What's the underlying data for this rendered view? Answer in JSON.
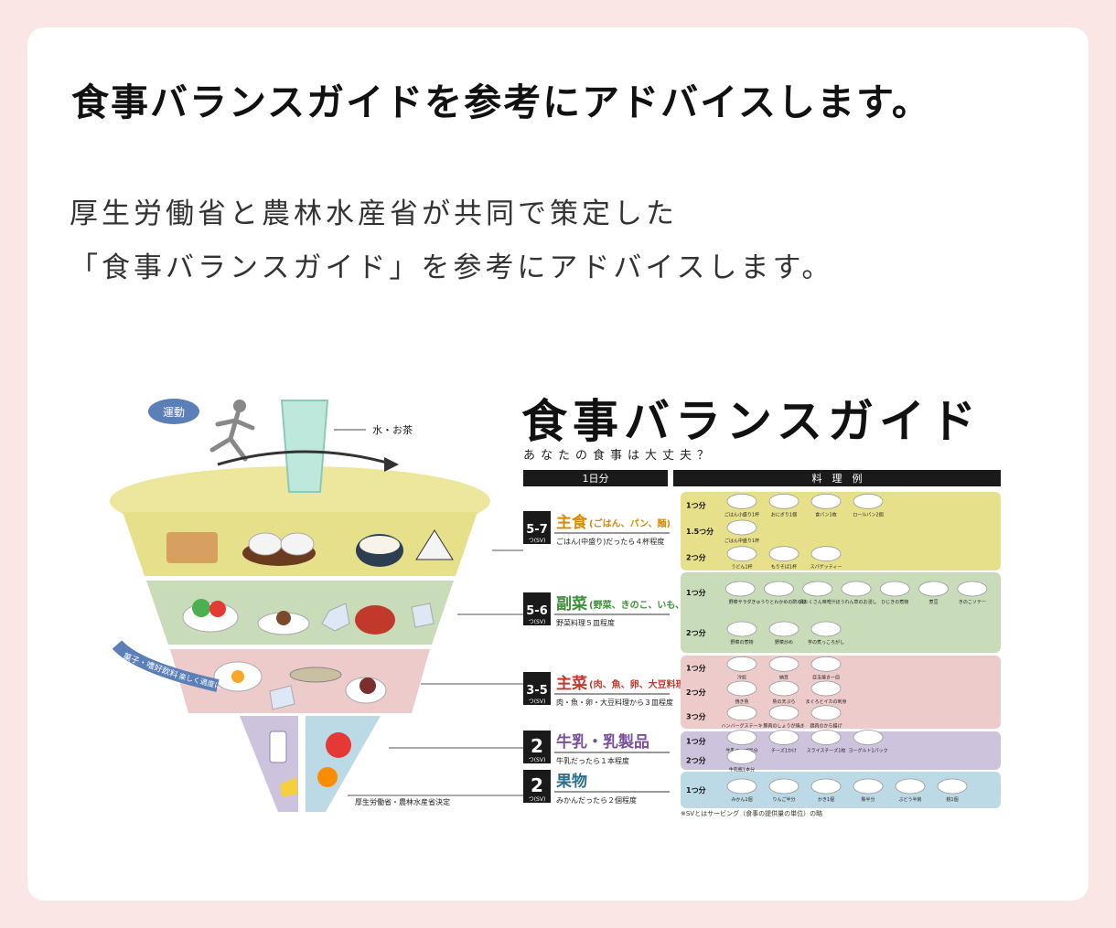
{
  "heading": "食事バランスガイドを参考にアドバイスします。",
  "description": [
    "厚生労働省と農林水産省が共同で策定した",
    "「食事バランスガイド」を参考にアドバイスします。"
  ],
  "guide": {
    "title": "食事バランスガイド",
    "subtitle": "あなたの食事は大丈夫？",
    "col_day": "1日分",
    "col_example": "料　理　例",
    "exercise": "運動",
    "water": "水・お茶",
    "snacks": "菓子・嗜好飲料",
    "snacks_note": "楽しく適度に",
    "credit": "厚生労働省・農林水産省決定",
    "serving_unit": "つ(SV)",
    "footnote": "※SVとはサービング（食事の提供量の単位）の略",
    "groups": [
      {
        "range": "5-7",
        "name": "主食",
        "detail": "(ごはん、パン、麺)",
        "note": "ごはん(中盛り)だったら４杯程度",
        "color": "#e7e08a",
        "accent": "#d98a00",
        "rows": [
          {
            "count": "1つ分",
            "items": [
              "ごはん小盛り1杯",
              "おにぎり1個",
              "食パン1枚",
              "ロールパン2個"
            ]
          },
          {
            "count": "1.5つ分",
            "items": [
              "ごはん中盛り1杯"
            ]
          },
          {
            "count": "2つ分",
            "items": [
              "うどん1杯",
              "もりそば1杯",
              "スパゲッティー"
            ]
          }
        ]
      },
      {
        "range": "5-6",
        "name": "副菜",
        "detail": "(野菜、きのこ、いも、海藻料理)",
        "note": "野菜料理５皿程度",
        "color": "#c9dcb9",
        "accent": "#3d8f3a",
        "rows": [
          {
            "count": "1つ分",
            "items": [
              "野菜サラダ",
              "きゅうりとわかめの酢の物",
              "具たくさん味噌汁",
              "ほうれん草のお浸し",
              "ひじきの煮物",
              "煮豆",
              "きのこソテー"
            ]
          },
          {
            "count": "2つ分",
            "items": [
              "野菜の煮物",
              "野菜炒め",
              "芋の煮っころがし"
            ]
          }
        ]
      },
      {
        "range": "3-5",
        "name": "主菜",
        "detail": "(肉、魚、卵、大豆料理)",
        "note": "肉・魚・卵・大豆料理から３皿程度",
        "color": "#eecbcb",
        "accent": "#c0392b",
        "rows": [
          {
            "count": "1つ分",
            "items": [
              "冷奴",
              "納豆",
              "目玉焼き一皿"
            ]
          },
          {
            "count": "2つ分",
            "items": [
              "焼き魚",
              "魚の天ぷら",
              "まぐろとイカの刺身"
            ]
          },
          {
            "count": "3つ分",
            "items": [
              "ハンバーグステーキ",
              "豚肉のしょうが焼き",
              "鶏肉のから揚げ"
            ]
          }
        ]
      },
      {
        "range": "2",
        "name": "牛乳・乳製品",
        "detail": "",
        "note": "牛乳だったら１本程度",
        "color": "#cdc3dc",
        "accent": "#7a4f9c",
        "rows": [
          {
            "count": "1つ分",
            "items": [
              "牛乳コップ半分",
              "チーズ1かけ",
              "スライスチーズ1枚",
              "ヨーグルト1パック"
            ]
          },
          {
            "count": "2つ分",
            "items": [
              "牛乳瓶1本分"
            ]
          }
        ]
      },
      {
        "range": "2",
        "name": "果物",
        "detail": "",
        "note": "みかんだったら２個程度",
        "color": "#bcd9e6",
        "accent": "#2b6f8f",
        "rows": [
          {
            "count": "1つ分",
            "items": [
              "みかん1個",
              "りんご半分",
              "かき1個",
              "梨半分",
              "ぶどう半房",
              "桃1個"
            ]
          }
        ]
      }
    ]
  }
}
